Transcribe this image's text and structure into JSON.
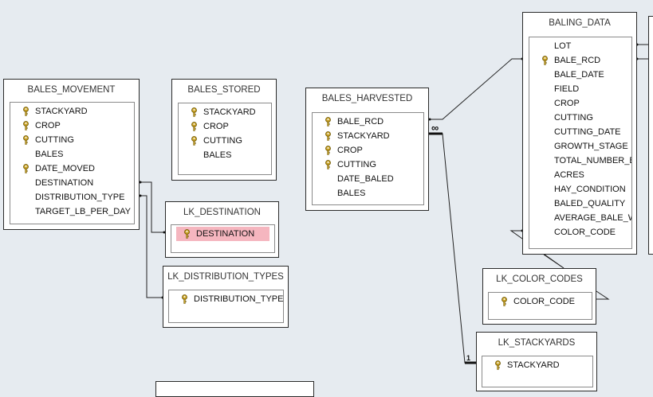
{
  "tables": {
    "bales_movement": {
      "title": "BALES_MOVEMENT",
      "fields": [
        {
          "name": "STACKYARD",
          "key": true
        },
        {
          "name": "CROP",
          "key": true
        },
        {
          "name": "CUTTING",
          "key": true
        },
        {
          "name": "BALES",
          "key": false
        },
        {
          "name": "DATE_MOVED",
          "key": true
        },
        {
          "name": "DESTINATION",
          "key": false
        },
        {
          "name": "DISTRIBUTION_TYPE",
          "key": false
        },
        {
          "name": "TARGET_LB_PER_DAY",
          "key": false
        }
      ]
    },
    "bales_stored": {
      "title": "BALES_STORED",
      "fields": [
        {
          "name": "STACKYARD",
          "key": true
        },
        {
          "name": "CROP",
          "key": true
        },
        {
          "name": "CUTTING",
          "key": true
        },
        {
          "name": "BALES",
          "key": false
        }
      ]
    },
    "bales_harvested": {
      "title": "BALES_HARVESTED",
      "fields": [
        {
          "name": "BALE_RCD",
          "key": true
        },
        {
          "name": "STACKYARD",
          "key": true
        },
        {
          "name": "CROP",
          "key": true
        },
        {
          "name": "CUTTING",
          "key": true
        },
        {
          "name": "DATE_BALED",
          "key": false
        },
        {
          "name": "BALES",
          "key": false
        }
      ]
    },
    "baling_data": {
      "title": "BALING_DATA",
      "fields": [
        {
          "name": "LOT",
          "key": false
        },
        {
          "name": "BALE_RCD",
          "key": true
        },
        {
          "name": "BALE_DATE",
          "key": false
        },
        {
          "name": "FIELD",
          "key": false
        },
        {
          "name": "CROP",
          "key": false
        },
        {
          "name": "CUTTING",
          "key": false
        },
        {
          "name": "CUTTING_DATE",
          "key": false
        },
        {
          "name": "GROWTH_STAGE",
          "key": false
        },
        {
          "name": "TOTAL_NUMBER_BA",
          "key": false
        },
        {
          "name": "ACRES",
          "key": false
        },
        {
          "name": "HAY_CONDITION",
          "key": false
        },
        {
          "name": "BALED_QUALITY",
          "key": false
        },
        {
          "name": "AVERAGE_BALE_WI",
          "key": false
        },
        {
          "name": "COLOR_CODE",
          "key": false
        }
      ]
    },
    "lk_destination": {
      "title": "LK_DESTINATION",
      "fields": [
        {
          "name": "DESTINATION",
          "key": true,
          "selected": true
        }
      ]
    },
    "lk_distribution_types": {
      "title": "LK_DISTRIBUTION_TYPES",
      "fields": [
        {
          "name": "DISTRIBUTION_TYPE",
          "key": true
        }
      ]
    },
    "lk_color_codes": {
      "title": "LK_COLOR_CODES",
      "fields": [
        {
          "name": "COLOR_CODE",
          "key": true
        }
      ]
    },
    "lk_stackyards": {
      "title": "LK_STACKYARDS",
      "fields": [
        {
          "name": "STACKYARD",
          "key": true
        }
      ]
    }
  },
  "relationships": {
    "one_label": "1",
    "many_label": "∞"
  },
  "colors": {
    "selection": "#f5b6bf",
    "key_icon": "#c9a227",
    "background": "#e6ebf0"
  }
}
